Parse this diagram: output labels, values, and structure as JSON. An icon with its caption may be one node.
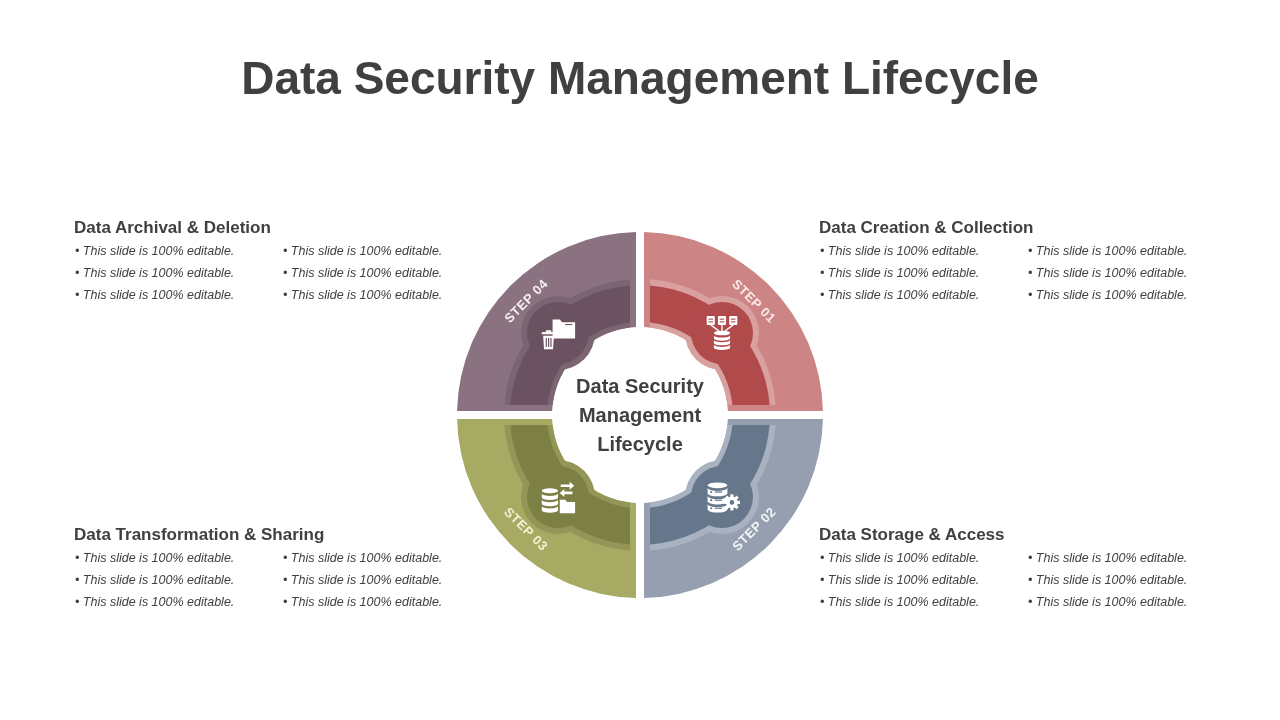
{
  "diagram": {
    "title": "Data Security Management Lifecycle",
    "nodes": [
      {
        "text": [
          "STEP 01"
        ],
        "beside": [
          "Data Creation & Collection",
          "• This slide is 100% editable.",
          "• This slide is 100% editable.",
          "• This slide is 100% editable.",
          "• This slide is 100% editable.",
          "• This slide is 100% editable.",
          "• This slide is 100% editable."
        ]
      },
      {
        "text": [
          "STEP 02"
        ],
        "beside": [
          "Data Storage & Access",
          "• This slide is 100% editable.",
          "• This slide is 100% editable.",
          "• This slide is 100% editable.",
          "• This slide is 100% editable.",
          "• This slide is 100% editable.",
          "• This slide is 100% editable."
        ]
      },
      {
        "text": [
          "STEP 03"
        ],
        "beside": [
          "Data Transformation & Sharing",
          "• This slide is 100% editable.",
          "• This slide is 100% editable.",
          "• This slide is 100% editable.",
          "• This slide is 100% editable.",
          "• This slide is 100% editable.",
          "• This slide is 100% editable."
        ]
      },
      {
        "text": [
          "STEP 04"
        ],
        "beside": [
          "Data Archival & Deletion",
          "• This slide is 100% editable.",
          "• This slide is 100% editable.",
          "• This slide is 100% editable.",
          "• This slide is 100% editable.",
          "• This slide is 100% editable.",
          "• This slide is 100% editable."
        ]
      },
      {
        "text": [
          "Data Security Management Lifecycle"
        ]
      }
    ]
  }
}
